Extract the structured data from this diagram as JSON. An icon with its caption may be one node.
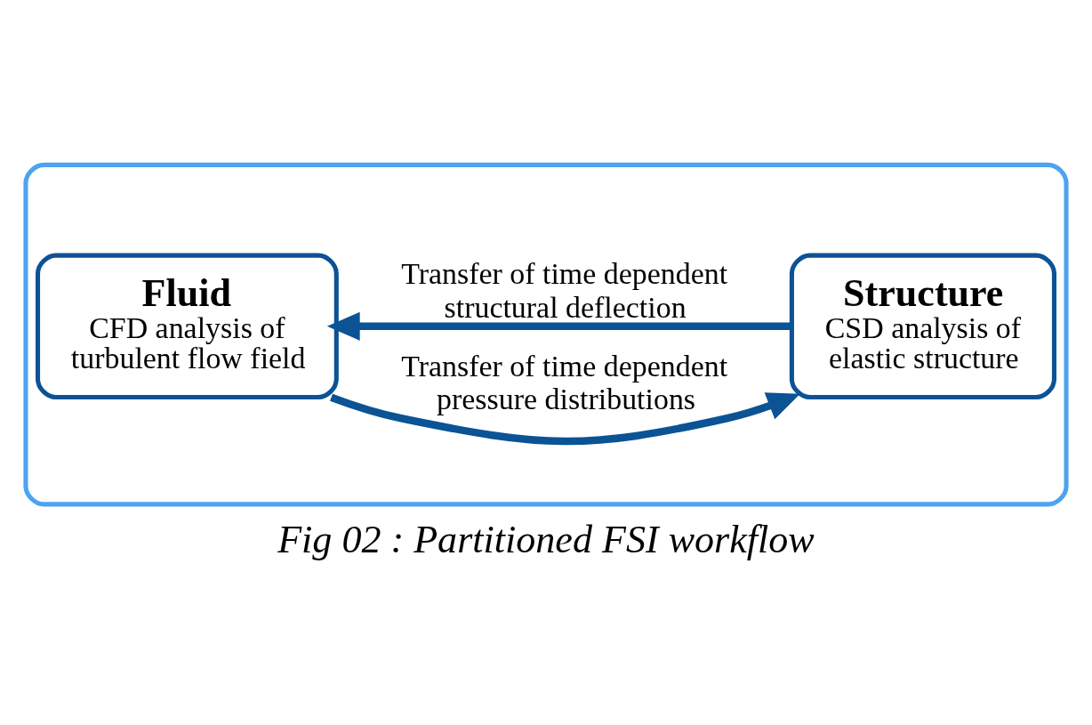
{
  "diagram": {
    "caption": "Fig 02 : Partitioned FSI workflow",
    "nodes": [
      {
        "text": [],
        "shape": "box"
      },
      {
        "text": [
          "Fluid",
          "CFD analysis of turbulent flow field"
        ],
        "in": 0
      },
      {
        "text": [
          "Structure",
          "CSD analysis of elastic structure"
        ],
        "in": 0
      }
    ],
    "edges": [
      {
        "from": 1,
        "to": 2,
        "arrow": "to",
        "label": "Transfer of time dependent pressure distributions"
      },
      {
        "from": 2,
        "to": 1,
        "arrow": "to",
        "label": "Transfer of time dependent structural deflection"
      }
    ]
  }
}
